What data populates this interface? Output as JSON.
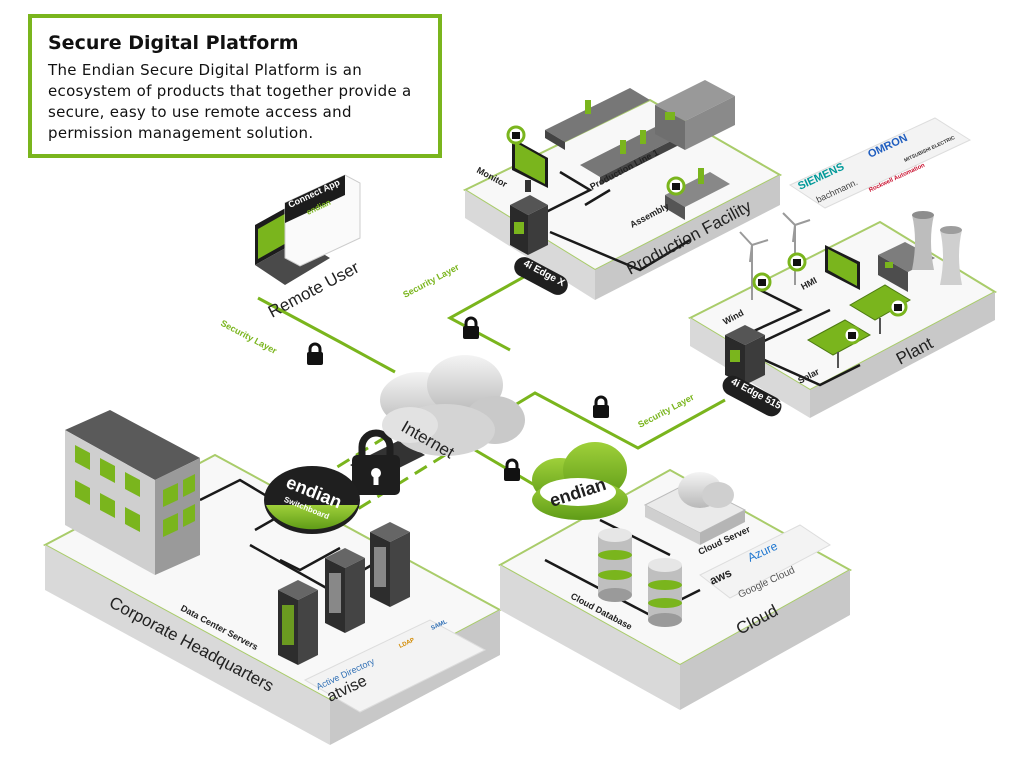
{
  "header": {
    "title": "Secure Digital Platform",
    "description": "The Endian Secure Digital Platform is an ecosystem of products that together provide a secure, easy to use remote access and permission management solution."
  },
  "colors": {
    "accent": "#7ab51d",
    "dark": "#2b2b2b",
    "platform_edge": "#a9cc6a",
    "platform_fill": "#f7f7f7"
  },
  "zones": {
    "production": {
      "label": "Production Facility",
      "monitor": "Monitor",
      "line": "Production Line 1",
      "assembly": "Assembly",
      "device": "4i Edge X"
    },
    "remote": {
      "label": "Remote User",
      "app": "Connect App",
      "app_brand": "endian"
    },
    "plant": {
      "label": "Plant",
      "wind": "Wind",
      "hmi": "HMI",
      "solar": "Solar",
      "device": "4i Edge 515"
    },
    "internet": {
      "label": "Internet"
    },
    "corporate": {
      "label": "Corporate Headquarters",
      "servers": "Data Center Servers",
      "switchboard_brand": "endian",
      "switchboard": "Switchboard"
    },
    "cloud": {
      "label": "Cloud",
      "server": "Cloud Server",
      "database": "Cloud Database",
      "brand": "endian"
    }
  },
  "security_layer": "Security Layer",
  "vendors": {
    "plant": [
      "SIEMENS",
      "OMRON",
      "bachmann.",
      "MITSUBISHI ELECTRIC",
      "Rockwell Automation"
    ],
    "cloud": [
      "aws",
      "Azure",
      "Google Cloud"
    ],
    "corporate": [
      "Active Directory",
      "atvise",
      "LDAP",
      "SAML"
    ]
  }
}
